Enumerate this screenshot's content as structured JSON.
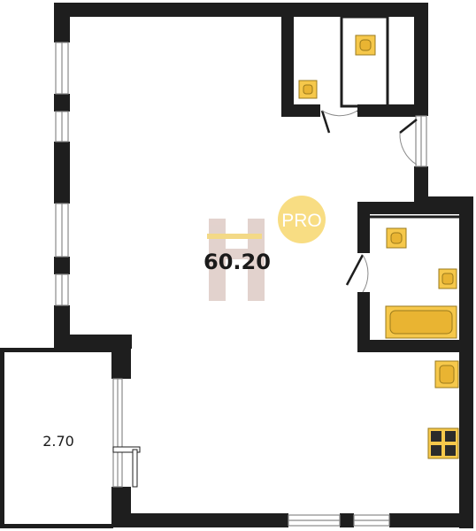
{
  "plan": {
    "main_area": "60.20",
    "balcony_area": "2.70",
    "badge_text": "PRO",
    "colors": {
      "wall": "#1e1e1e",
      "fixture_fill": "#f6c84b",
      "fixture_stroke": "#9a7a1c",
      "badge": "#f8dd83",
      "badge_text": "#ffffff",
      "logo_shape": "#dcc7c1",
      "logo_bar": "#f1d06a",
      "window": "#8a8a8a"
    },
    "icons": [
      "toilet-icon",
      "sink-icon",
      "bathtub-icon",
      "stove-icon",
      "door-swing-icon",
      "window-icon",
      "logo-icon",
      "pro-badge-icon"
    ]
  }
}
